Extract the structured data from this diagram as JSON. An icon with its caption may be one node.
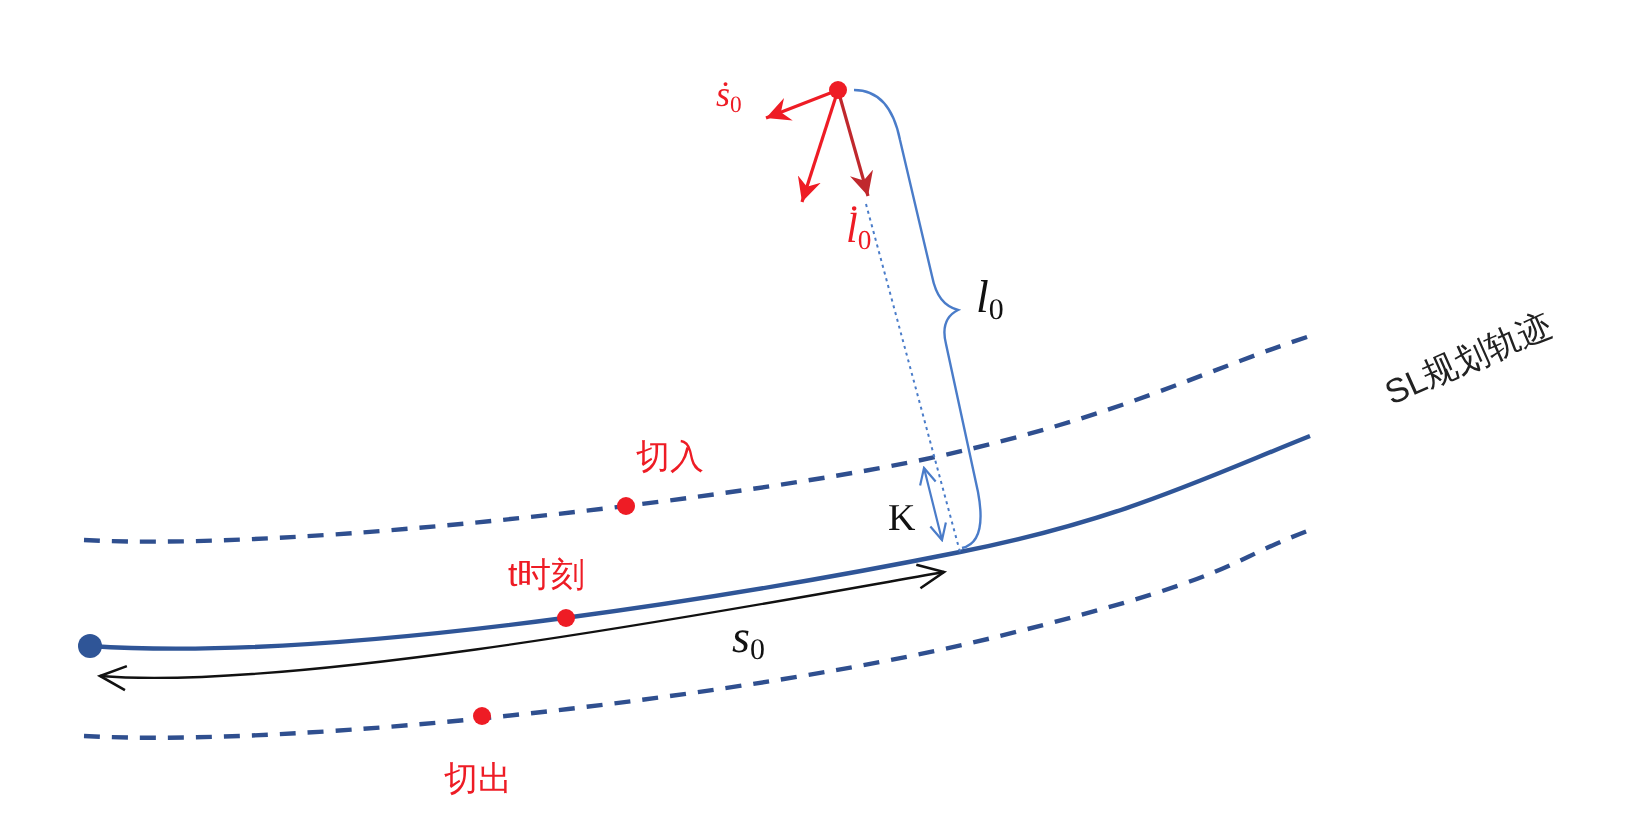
{
  "diagram": {
    "labels": [
      "ṡ$_{0}$",
      "l̇$_{0}$",
      "l$_{0}$",
      "SL规划轨迹",
      "切入",
      "K",
      "t时刻",
      "s$_{0}$",
      "切出"
    ]
  }
}
